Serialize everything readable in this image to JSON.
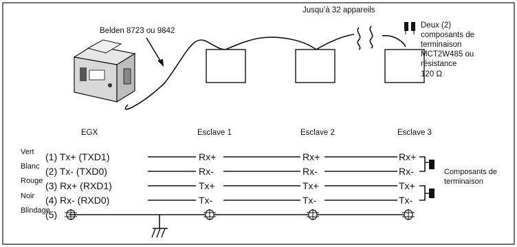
{
  "top": {
    "cable_label": "Belden 8723 ou 9842",
    "up_to_label": "Jusqu’à 32 appareils",
    "termination_note": [
      "Deux (2)",
      "composants de",
      "terminaison",
      "MCT2W485 ou",
      "résistance",
      "120 Ω"
    ]
  },
  "devices": {
    "egx": "EGX",
    "slave1": "Esclave 1",
    "slave2": "Esclave 2",
    "slave3": "Esclave 3"
  },
  "wire_colors": [
    "Vert",
    "Blanc",
    "Rouge",
    "Noir",
    "Blindage"
  ],
  "egx_pins": [
    "(1) Tx+ (TXD1)",
    "(2) Tx- (TXD0)",
    "(3) Rx+ (RXD1)",
    "(4) Rx- (RXD0)",
    "(5)"
  ],
  "slave_pins": [
    "Rx+",
    "Rx-",
    "Tx+",
    "Tx-"
  ],
  "termination_label": [
    "Composants de",
    "terminaison"
  ]
}
